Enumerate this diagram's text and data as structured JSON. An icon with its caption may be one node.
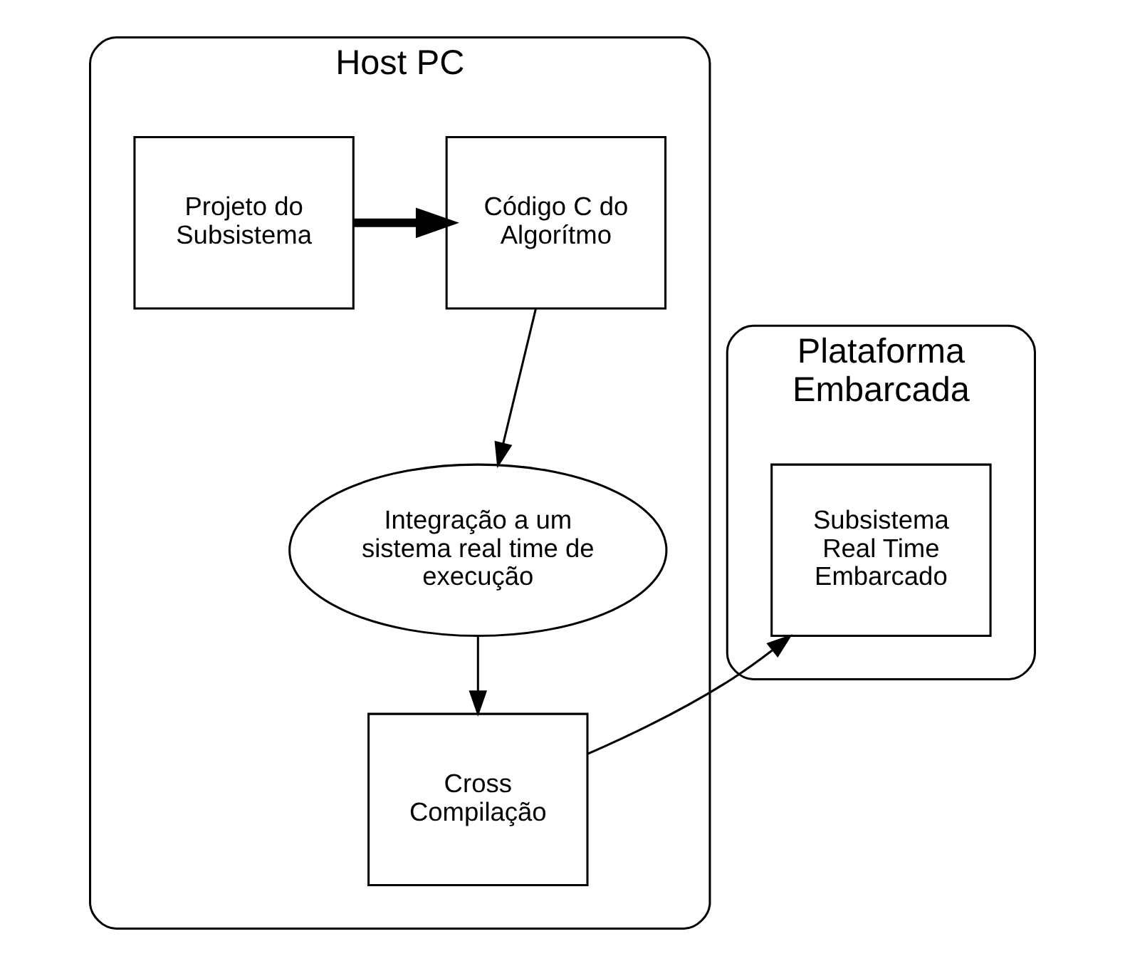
{
  "diagram": {
    "nodes": [
      {
        "text": [
          "Host PC"
        ]
      },
      {
        "text": [
          "Projeto do Subsistema"
        ],
        "in": 0
      },
      {
        "text": [
          "Código C do Algorítmo"
        ],
        "in": 0
      },
      {
        "text": [
          "Integração a um sistema real time de execução"
        ],
        "in": 0
      },
      {
        "text": [
          "Cross Compilação"
        ],
        "in": 0
      },
      {
        "text": [
          "Plataforma Embarcada"
        ]
      },
      {
        "text": [
          "Subsistema Real Time Embarcado"
        ],
        "in": 5
      }
    ],
    "edges": [
      {
        "from": 1,
        "to": 2,
        "arrow": "to",
        "style": "thick"
      },
      {
        "from": 2,
        "to": 3,
        "arrow": "to"
      },
      {
        "from": 3,
        "to": 4,
        "arrow": "to"
      },
      {
        "from": 4,
        "to": 6,
        "arrow": "to"
      }
    ]
  }
}
